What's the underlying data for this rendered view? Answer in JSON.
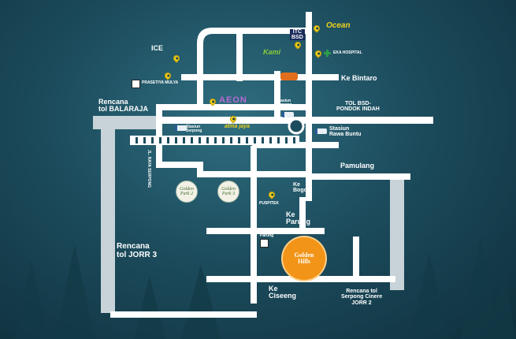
{
  "colors": {
    "road": "#ffffff",
    "toll_road": "#cdd8dc",
    "background": "#1c4c5d",
    "pin": "#f1d21c",
    "project": "#f29418"
  },
  "roads": {
    "ke_bintaro": "Ke Bintaro",
    "tol_bsd": "TOL BSD-\nPONDOK INDAH",
    "pamulang": "Pamulang",
    "ke_bogor": "Ke\nBogor",
    "ke_parung": "Ke\nParung",
    "ke_ciseeng": "Ke\nCiseeng",
    "tol_balaraja": "Rencana\ntol BALARAJA",
    "tol_jorr3": "Rencana\ntol JORR 3",
    "tol_jorr2": "Rencana tol\nSerpong Cinere\nJORR 2",
    "jl_raya_serpong": "JL. RAYA SERPONG"
  },
  "landmarks": {
    "stasiun_sudimara": "Stasiun\nSerpong",
    "stasiun_serpong": "Stasiun\nSerpong",
    "stasiun_rawa_buntu": "Stasiun\nRawa Buntu",
    "puspitek": "PUSPITEK",
    "pasar": "Pasar\nParung",
    "atma_jaya": "atma jaya",
    "aeon": "AEON",
    "ice": "ICE",
    "prasetiya": "PRASETIYA MULYA",
    "itc": "ITC\nBSD",
    "eka": "EKA HOSPITAL",
    "ocean": "Ocean",
    "kami": "Kami",
    "golden_park_2": "Golden\nPark 2",
    "golden_park_3": "Golden\nPark 3",
    "golden_hills": "Golden\nHills"
  }
}
